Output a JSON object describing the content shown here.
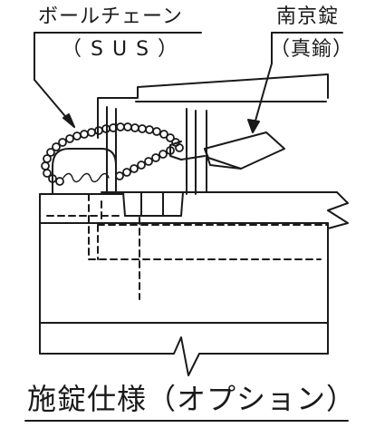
{
  "labels": {
    "chain_line1": "ボールチェーン",
    "chain_line2": "（SUS）",
    "lock_line1": "南京錠",
    "lock_line2": "（真鍮）"
  },
  "caption": "施錠仕様（オプション）",
  "colors": {
    "ink": "#1a1a1a",
    "paper": "#ffffff"
  }
}
